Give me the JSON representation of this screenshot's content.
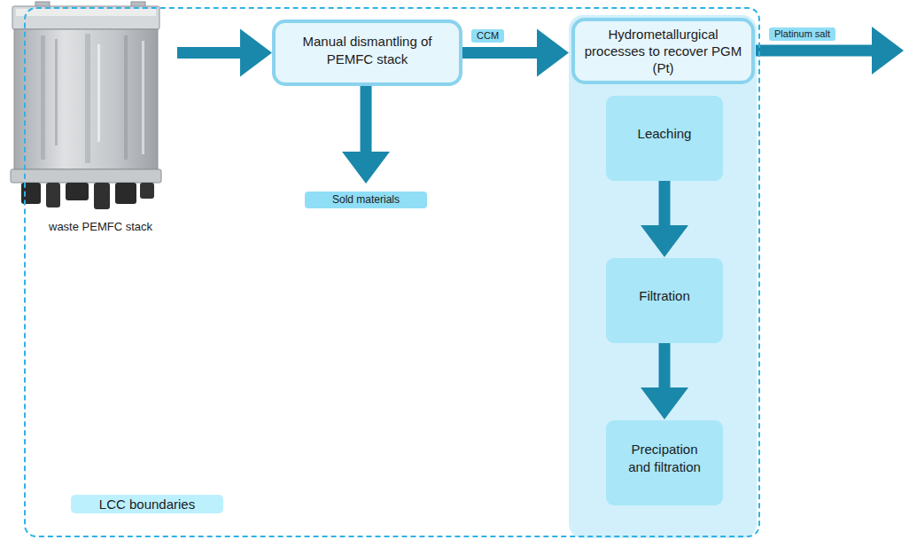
{
  "diagram": {
    "nodes": [
      {
        "text": [
          "LCC boundaries"
        ]
      },
      {
        "text": [
          "waste PEMFC stack"
        ],
        "in": 0
      },
      {
        "text": [
          "Manual dismantling of PEMFC stack"
        ],
        "in": 0
      },
      {
        "text": [
          "Sold materials"
        ],
        "in": 0
      },
      {
        "text": [
          "Hydrometallurgical processes to recover PGM (Pt)"
        ],
        "in": 0
      },
      {
        "text": [
          "Leaching"
        ],
        "in": 4
      },
      {
        "text": [
          "Filtration"
        ],
        "in": 4
      },
      {
        "text": [
          "Precipation and filtration"
        ],
        "in": 4
      }
    ],
    "edges": [
      {
        "from": 1,
        "to": 2,
        "arrow": "to"
      },
      {
        "from": 2,
        "to": 4,
        "label": "CCM",
        "arrow": "to"
      },
      {
        "from": 2,
        "to": 3,
        "arrow": "to"
      },
      {
        "from": 5,
        "to": 6,
        "arrow": "to"
      },
      {
        "from": 6,
        "to": 7,
        "arrow": "to"
      }
    ],
    "labels": [
      "Platinum salt"
    ]
  }
}
